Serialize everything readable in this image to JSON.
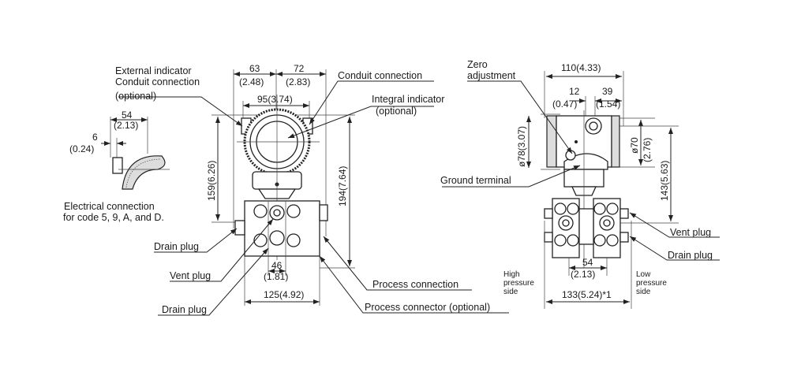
{
  "left_view": {
    "ext_indicator_line1": "External indicator",
    "ext_indicator_line2": "Conduit connection",
    "ext_indicator_line3": "(optional)",
    "dim_54": "54",
    "dim_54_in": "(2.13)",
    "dim_6": "6",
    "dim_6_in": "(0.24)",
    "elec_line1": "Electrical connection",
    "elec_line2": "for code 5, 9, A, and D.",
    "dim_63": "63",
    "dim_63_in": "(2.48)",
    "dim_72": "72",
    "dim_72_in": "(2.83)",
    "dim_95": "95(3.74)",
    "dim_159": "159(6.26)",
    "dim_194": "194(7.64)",
    "conduit": "Conduit connection",
    "integral_line1": "Integral indicator",
    "integral_line2": "(optional)",
    "drain_plug_1": "Drain plug",
    "vent_plug": "Vent plug",
    "drain_plug_2": "Drain plug",
    "dim_46": "46",
    "dim_46_in": "(1.81)",
    "dim_125": "125(4.92)",
    "process_connection": "Process connection",
    "process_connector": "Process connector (optional)"
  },
  "right_view": {
    "zero_line1": "Zero",
    "zero_line2": "adjustment",
    "dim_110": "110(4.33)",
    "dim_12": "12",
    "dim_12_in": "(0.47)",
    "dim_39": "39",
    "dim_39_in": "(1.54)",
    "dim_78": "ø78(3.07)",
    "dim_70": "ø70",
    "dim_70_in": "(2.76)",
    "dim_143": "143(5.63)",
    "ground_terminal": "Ground terminal",
    "vent_plug": "Vent plug",
    "drain_plug": "Drain plug",
    "dim_54": "54",
    "dim_54_in": "(2.13)",
    "high_line1": "High",
    "high_line2": "pressure",
    "high_line3": "side",
    "low_line1": "Low",
    "low_line2": "pressure",
    "low_line3": "side",
    "dim_133": "133(5.24)*1"
  }
}
